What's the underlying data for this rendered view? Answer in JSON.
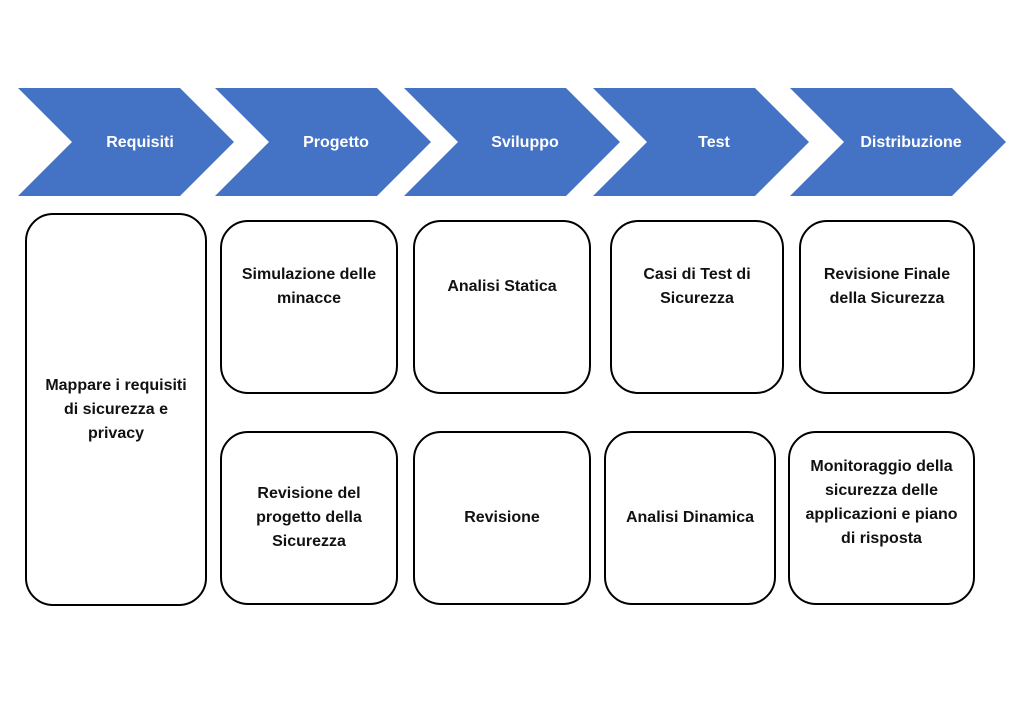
{
  "colors": {
    "arrow_fill": "#4472C4",
    "arrow_text": "#FFFFFF",
    "box_border": "#000000",
    "box_text": "#111111"
  },
  "phases": [
    {
      "label": "Requisiti"
    },
    {
      "label": "Progetto"
    },
    {
      "label": "Sviluppo"
    },
    {
      "label": "Test"
    },
    {
      "label": "Distribuzione"
    }
  ],
  "activities": {
    "requisiti": "Mappare i requisiti di sicurezza e privacy",
    "progetto_top": "Simulazione delle minacce",
    "progetto_bottom": "Revisione del progetto della Sicurezza",
    "sviluppo_top": "Analisi Statica",
    "sviluppo_bottom": "Revisione",
    "test_top": "Casi di Test di Sicurezza",
    "test_bottom": "Analisi Dinamica",
    "distribuzione_top": "Revisione Finale della Sicurezza",
    "distribuzione_bottom": "Monitoraggio della sicurezza delle applicazioni e piano di risposta"
  }
}
